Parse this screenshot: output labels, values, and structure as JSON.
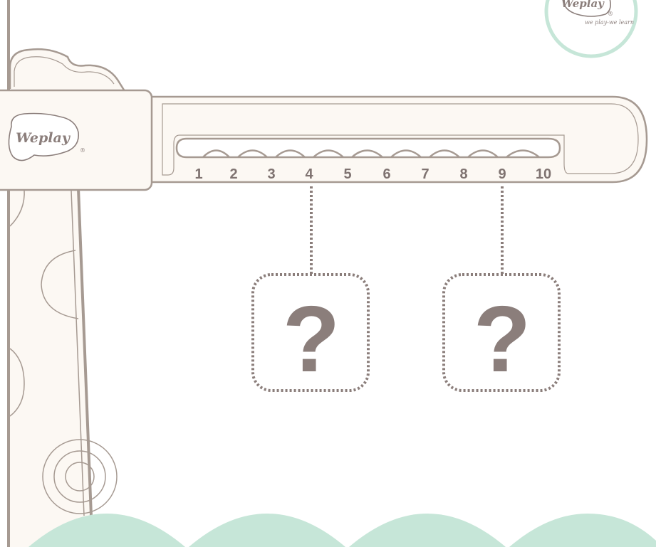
{
  "logo": {
    "brand": "Weplay",
    "registered": "®",
    "tagline": "we play-we learn"
  },
  "crane": {
    "cab_brand": "Weplay",
    "cab_registered": "®"
  },
  "ruler": {
    "numbers": [
      "1",
      "2",
      "3",
      "4",
      "5",
      "6",
      "7",
      "8",
      "9",
      "10"
    ]
  },
  "hooks": [
    {
      "position": "4",
      "content": "?"
    },
    {
      "position": "9",
      "content": "?"
    }
  ],
  "colors": {
    "outline": "#a69a92",
    "fill": "#fcf8f3",
    "text": "#7f7371",
    "question": "#8b7e7b",
    "hills": "#c6e6d8",
    "logo_ring": "#c6e6d8"
  }
}
